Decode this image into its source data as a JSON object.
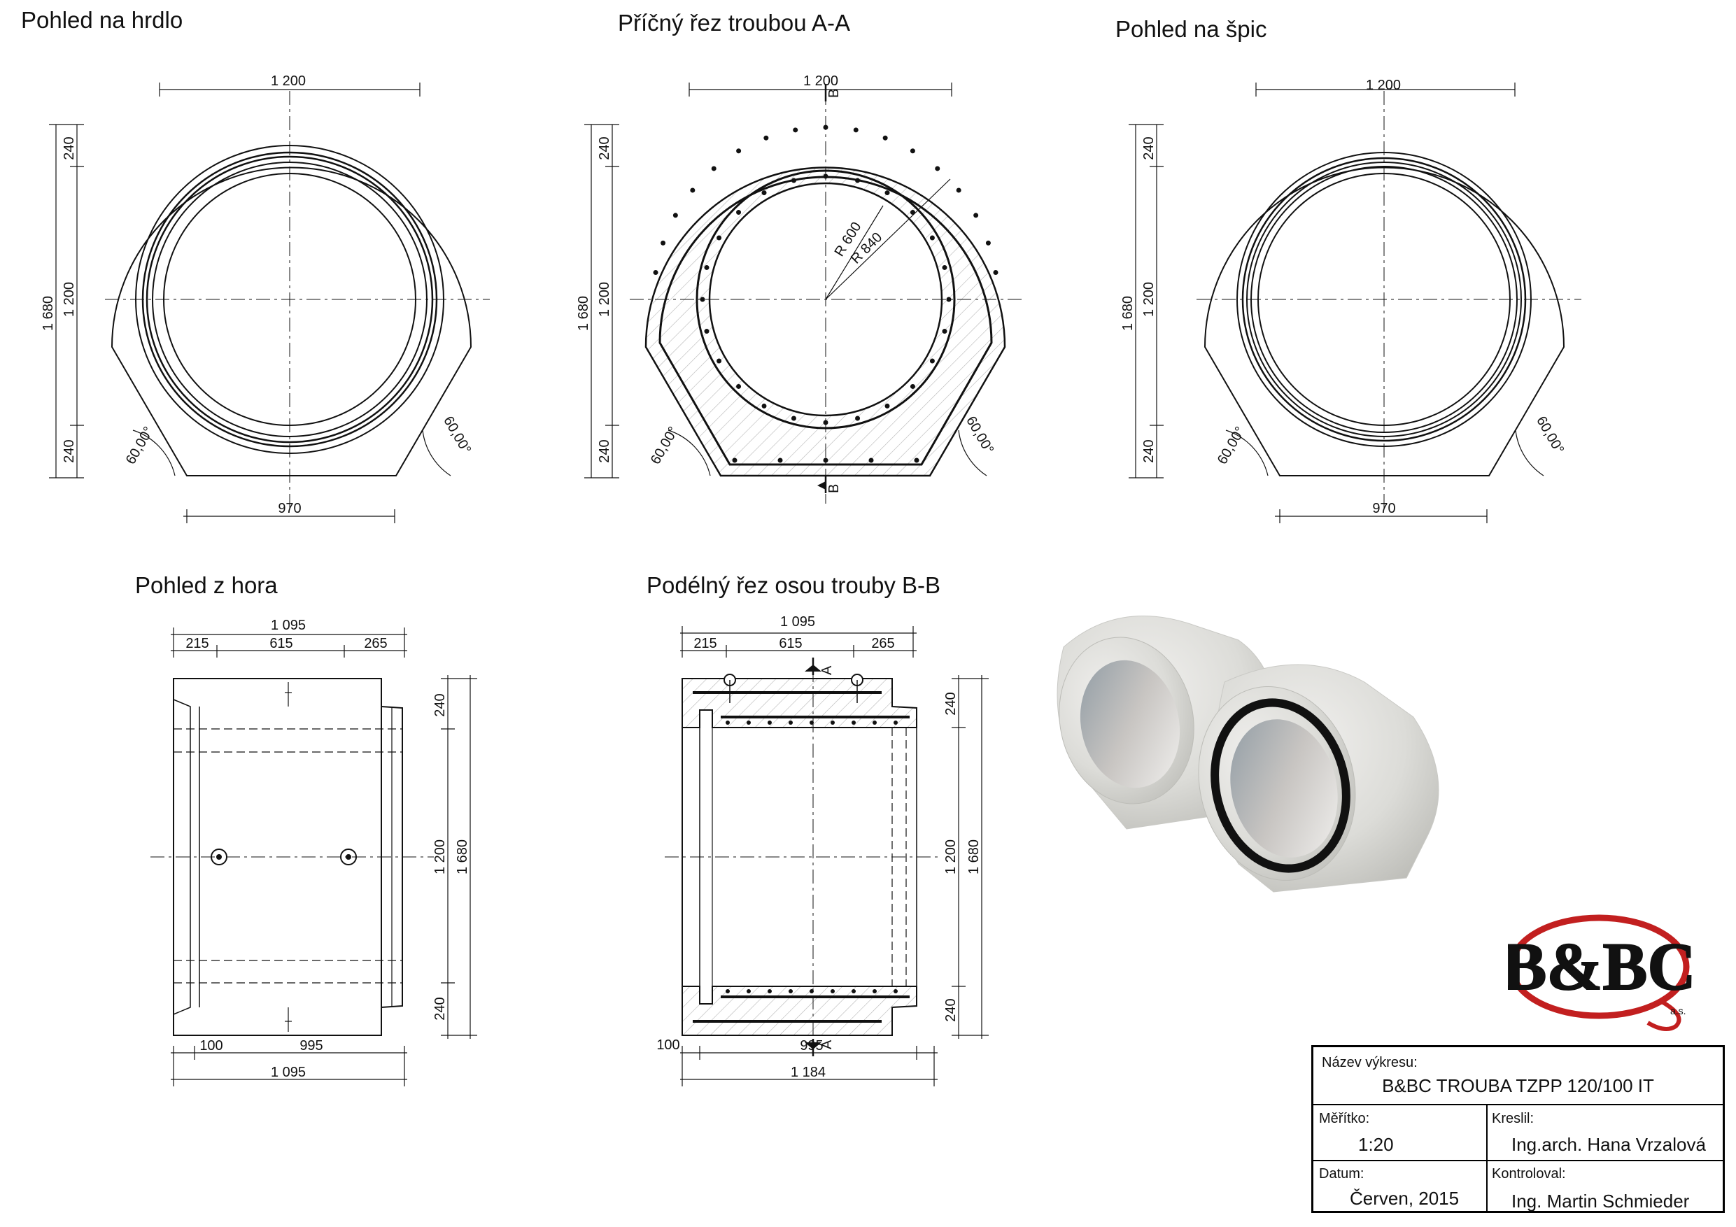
{
  "views": {
    "front_socket": {
      "title": "Pohled na hrdlo",
      "dim_width": "1 200",
      "dim_total": "1 680",
      "dim_top": "240",
      "dim_mid": "1 200",
      "dim_bottom": "240",
      "dim_base": "970",
      "angle_left": "60,00°",
      "angle_right": "60,00°"
    },
    "cross_section": {
      "title": "Příčný řez troubou A-A",
      "dim_width": "1 200",
      "dim_total": "1 680",
      "dim_top": "240",
      "dim_mid": "1 200",
      "dim_bottom": "240",
      "radius_inner": "R 600",
      "radius_outer": "R 840",
      "section_mark": "B",
      "angle_left": "60,00°",
      "angle_right": "60,00°"
    },
    "front_spigot": {
      "title": "Pohled na špic",
      "dim_width": "1 200",
      "dim_total": "1 680",
      "dim_top": "240",
      "dim_mid": "1 200",
      "dim_bottom": "240",
      "dim_base": "970",
      "angle_left": "60,00°",
      "angle_right": "60,00°"
    },
    "top_view": {
      "title": "Pohled z hora",
      "dim_total_top": "1 095",
      "dim_a": "215",
      "dim_b": "615",
      "dim_c": "265",
      "dim_bot_a": "100",
      "dim_bot_b": "995",
      "dim_total_bottom": "1 095",
      "dim_top": "240",
      "dim_mid": "1 200",
      "dim_bottom": "240",
      "dim_total_height": "1 680"
    },
    "long_section": {
      "title": "Podélný řez osou trouby B-B",
      "dim_total_top": "1 095",
      "dim_a": "215",
      "dim_b": "615",
      "dim_c": "265",
      "dim_bot_a": "100",
      "dim_bot_b": "995",
      "dim_total_bottom": "1 184",
      "dim_top": "240",
      "dim_mid": "1 200",
      "dim_bottom": "240",
      "dim_total_height": "1 680",
      "section_mark": "A"
    }
  },
  "logo": {
    "text": "B&BC",
    "sub": "a.s.",
    "color": "#c21f1f"
  },
  "title_block": {
    "name_label": "Název výkresu:",
    "name_value": "B&BC TROUBA TZPP 120/100 IT",
    "scale_label": "Měřítko:",
    "scale_value": "1:20",
    "drawn_label": "Kreslil:",
    "drawn_value": "Ing.arch. Hana Vrzalová",
    "date_label": "Datum:",
    "date_value": "Červen, 2015",
    "checked_label": "Kontroloval:",
    "checked_value": "Ing. Martin Schmieder"
  },
  "colors": {
    "line": "#111111",
    "concrete": "#dcdcd8",
    "hatch": "#b5b5b5",
    "brand_red": "#c21f1f"
  }
}
